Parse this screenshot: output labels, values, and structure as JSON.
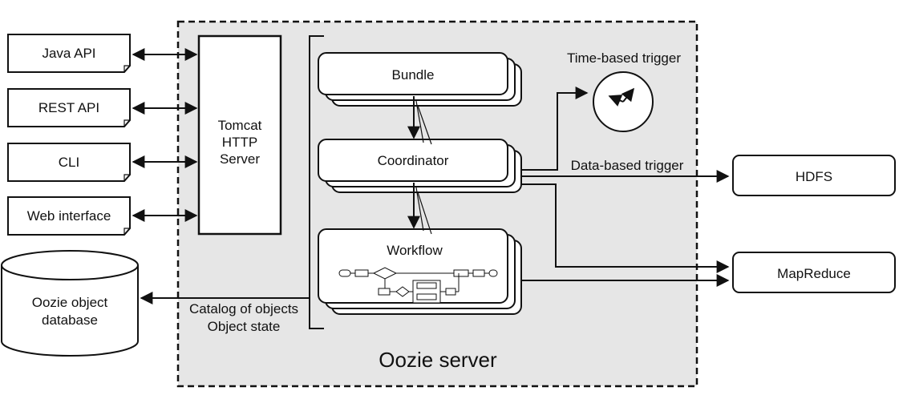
{
  "server": {
    "label": "Oozie server",
    "background": "#e6e6e6"
  },
  "clients": [
    {
      "label": "Java API"
    },
    {
      "label": "REST API"
    },
    {
      "label": "CLI"
    },
    {
      "label": "Web interface"
    }
  ],
  "tomcat": {
    "lines": [
      "Tomcat",
      "HTTP",
      "Server"
    ]
  },
  "stack": {
    "bundle": "Bundle",
    "coordinator": "Coordinator",
    "workflow": "Workflow"
  },
  "catalog": {
    "lines": [
      "Catalog of objects",
      "Object state"
    ]
  },
  "database": {
    "lines": [
      "Oozie object",
      "database"
    ]
  },
  "triggers": {
    "time": "Time-based trigger",
    "data": "Data-based trigger"
  },
  "targets": {
    "hdfs": "HDFS",
    "mapreduce": "MapReduce"
  }
}
